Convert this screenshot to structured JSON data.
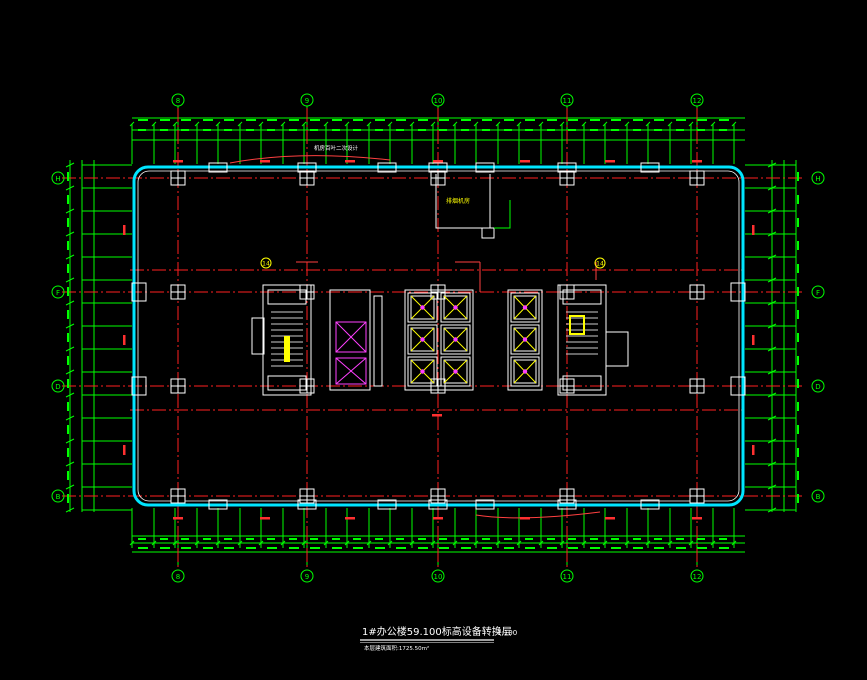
{
  "viewer": {
    "background": "#000000"
  },
  "plan": {
    "title": "1#办公楼59.100标高设备转换层",
    "scale": "1:100",
    "area_note": "本层建筑面积:1725.50m²",
    "top_note": "机房百叶二次设计",
    "room_label": "排烟机房"
  },
  "axes": {
    "columns": [
      "8",
      "9",
      "10",
      "11",
      "12"
    ],
    "rows": [
      "H",
      "F",
      "D",
      "B"
    ],
    "marker_14": "14"
  },
  "colors": {
    "grid": "#ff2020",
    "dimension": "#00ff00",
    "wall": "#ffffff",
    "glazing": "#00ffff",
    "text_mark": "#ffff00",
    "elevator_x": "#ff40ff",
    "annotation": "#ff4040"
  }
}
